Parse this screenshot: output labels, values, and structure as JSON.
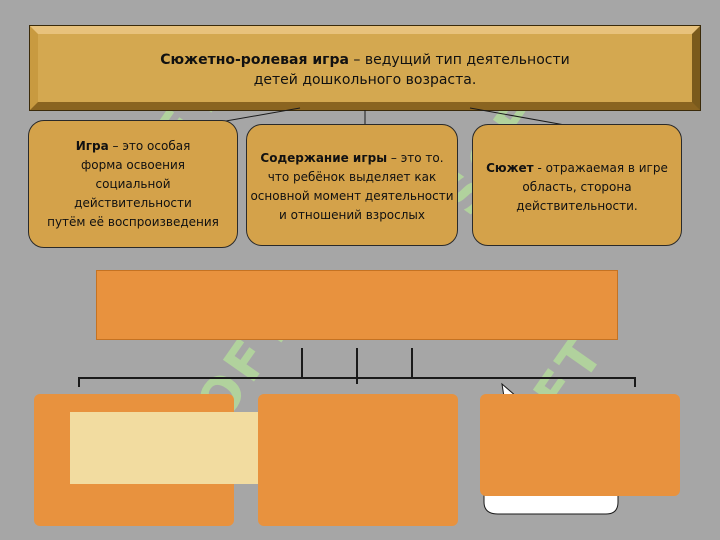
{
  "title": {
    "bold": "Сюжетно-ролевая игра",
    "line1_rest": " – ведущий тип деятельности",
    "line2": "детей дошкольного возраста."
  },
  "boxes": [
    {
      "bold": "Игра",
      "rest_first": " – это особая",
      "lines": [
        "форма освоения",
        "социальной",
        "действительности",
        "путём её воспроизведения"
      ]
    },
    {
      "bold": "Содержание игры",
      "rest_first": " – это то.",
      "lines": [
        "что ребёнок выделяет как",
        "основной момент деятельности",
        "и отношений взрослых"
      ]
    },
    {
      "bold": "Сюжет",
      "rest_first": " - отражаемая в игре",
      "lines": [
        "область, сторона",
        "действительности."
      ]
    }
  ],
  "watermark": {
    "text": "SOFT",
    "color": "#b9f596"
  },
  "colors": {
    "background": "#a6a6a6",
    "title_box": "#d4a850",
    "rounded_box": "#d4a24a",
    "orange": "#e8923e",
    "light_rect": "#f2dca0"
  }
}
